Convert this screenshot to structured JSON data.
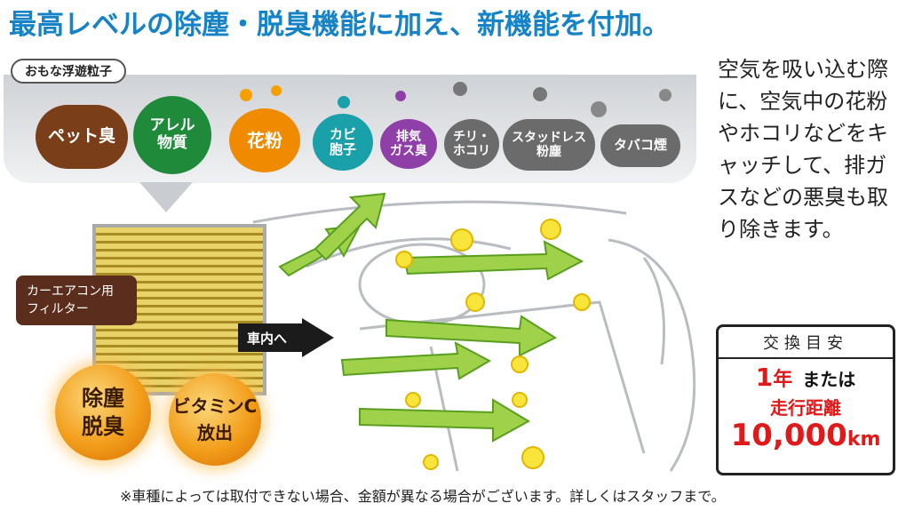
{
  "headline": "最高レベルの除塵・脱臭機能に加え、新機能を付加。",
  "particles": {
    "title": "おもな浮遊粒子",
    "items": [
      {
        "line1": "ペット臭",
        "line2": "",
        "color": "#7a3f18"
      },
      {
        "line1": "アレル",
        "line2": "物質",
        "color": "#1f8a3a"
      },
      {
        "line1": "花粉",
        "line2": "",
        "color": "#f08a00"
      },
      {
        "line1": "カビ",
        "line2": "胞子",
        "color": "#1aa0a8"
      },
      {
        "line1": "排気",
        "line2": "ガス臭",
        "color": "#8f3fa8"
      },
      {
        "line1": "チリ・",
        "line2": "ホコリ",
        "color": "#6b6b6b"
      },
      {
        "line1": "スタッドレス",
        "line2": "粉塵",
        "color": "#6b6b6b"
      },
      {
        "line1": "タバコ煙",
        "line2": "",
        "color": "#6b6b6b"
      }
    ]
  },
  "body_copy": "空気を吸い込む際に、空気中の花粉やホコリなどをキャッチして、排ガスなどの悪臭も取り除きます。",
  "filter": {
    "label_line1": "カーエアコン用",
    "label_line2": "フィルター",
    "intake_label": "車内へ"
  },
  "features": [
    {
      "line1": "除塵",
      "line2": "脱臭"
    },
    {
      "line1": "ビタミンC",
      "line2": "放出"
    }
  ],
  "replacement": {
    "header": "交換目安",
    "period_num": "1",
    "period_unit": "年",
    "or": "または",
    "distance_label": "走行距離",
    "distance_value": "10,000",
    "distance_unit": "km",
    "accent_color": "#e0191b"
  },
  "footnote": "※車種によっては取付できない場合、金額が異なる場合がございます。詳しくはスタッフまで。"
}
